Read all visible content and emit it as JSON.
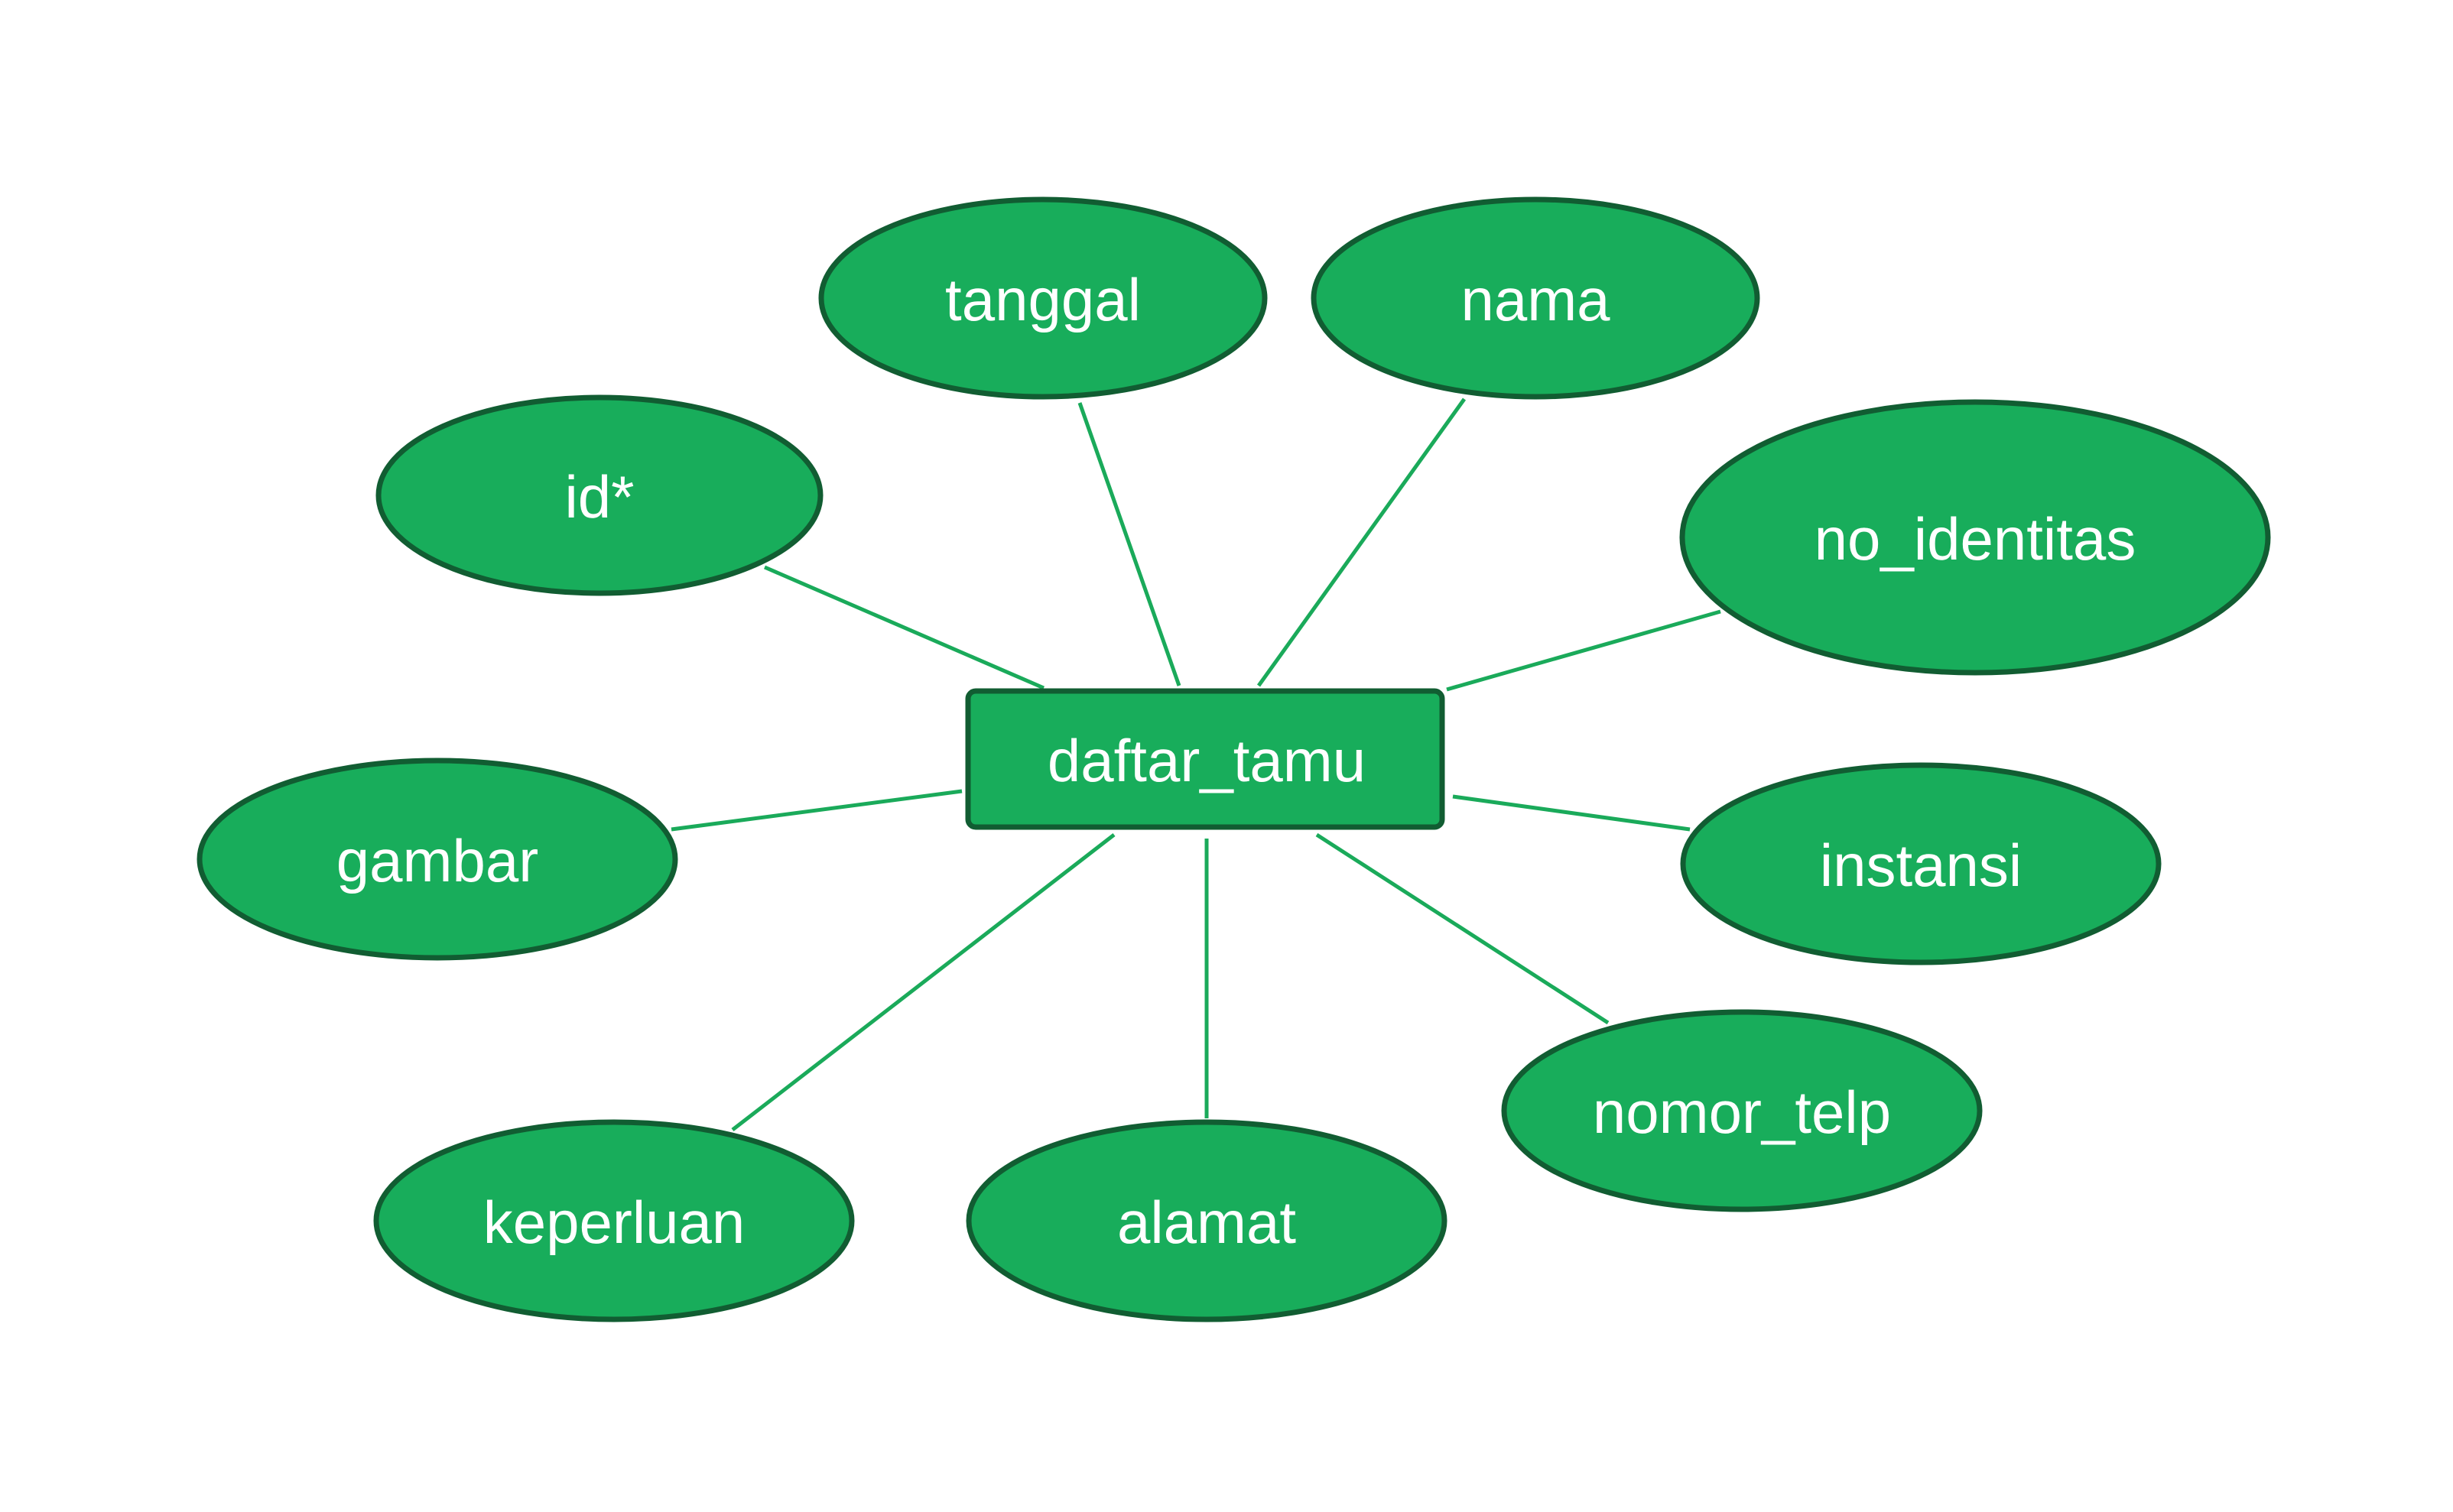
{
  "entity": {
    "label": "daftar_tamu"
  },
  "attributes": {
    "id": "id*",
    "tanggal": "tanggal",
    "nama": "nama",
    "no_identitas": "no_identitas",
    "gambar": "gambar",
    "instansi": "instansi",
    "keperluan": "keperluan",
    "alamat": "alamat",
    "nomor_telp": "nomor_telp"
  },
  "colors": {
    "fill": "#18ad5b",
    "border": "#115d32",
    "connector": "#1aaa5a",
    "text": "#ffffff"
  }
}
